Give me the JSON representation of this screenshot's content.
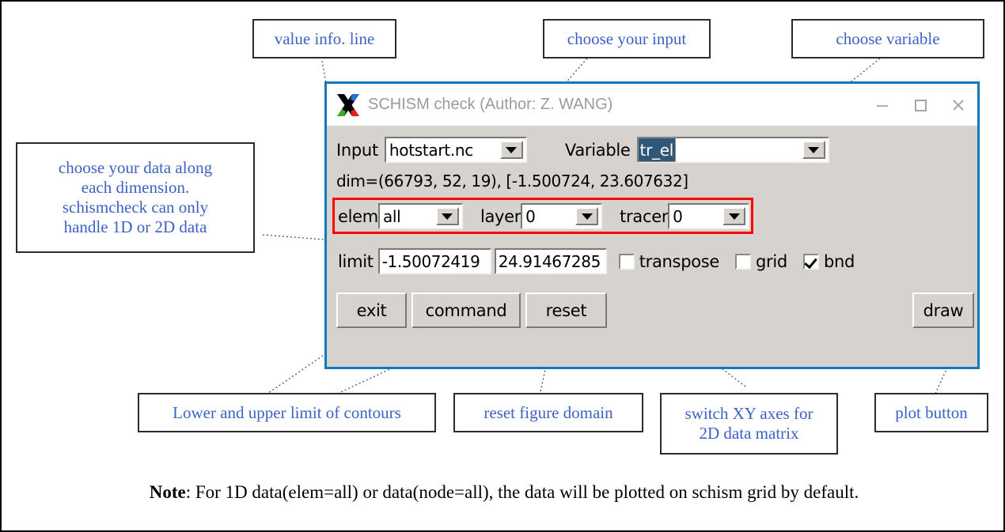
{
  "window": {
    "title": "SCHISM check (Author: Z. WANG)",
    "logo_icon": "xming-x-logo-icon",
    "controls": [
      {
        "name": "minimize",
        "icon": "minimize-icon"
      },
      {
        "name": "maximize",
        "icon": "maximize-icon"
      },
      {
        "name": "close",
        "icon": "close-icon"
      }
    ],
    "border_color": "#1279bd",
    "titlebar_bg": "#ffffff",
    "title_color": "#9b9b9b",
    "client_bg": "#d6d3ce"
  },
  "form": {
    "input_label": "Input",
    "input_value": "hotstart.nc",
    "variable_label": "Variable",
    "variable_value": "tr_el",
    "dim_line": "dim=(66793, 52, 19), [-1.500724, 23.607632]",
    "elem_label": "elem",
    "elem_value": "all",
    "layer_label": "layer",
    "layer_value": "0",
    "tracer_label": "tracer",
    "tracer_value": "0",
    "limit_label": "limit",
    "limit_low": "-1.50072419",
    "limit_high": "24.91467285",
    "transpose_label": "transpose",
    "transpose_checked": false,
    "grid_label": "grid",
    "grid_checked": false,
    "bnd_label": "bnd",
    "bnd_checked": true,
    "highlight_color": "#ff0000"
  },
  "buttons": {
    "exit": "exit",
    "command": "command",
    "reset": "reset",
    "draw": "draw"
  },
  "annotations": {
    "color": "#3c62c4",
    "value_info": "value info. line",
    "choose_input": "choose your input",
    "choose_variable": "choose variable",
    "choose_data_l1": "choose your data along",
    "choose_data_l2": "each dimension.",
    "choose_data_l3": "schismcheck can only",
    "choose_data_l4": "handle 1D or 2D data",
    "limits": "Lower and upper limit of contours",
    "reset_domain": "reset figure domain",
    "switch_xy_l1": "switch XY axes for",
    "switch_xy_l2": "2D data matrix",
    "plot_button": "plot button"
  },
  "note": {
    "bold_prefix": "Note",
    "rest": ": For 1D data(elem=all) or data(node=all), the data will be plotted on schism grid by default."
  }
}
